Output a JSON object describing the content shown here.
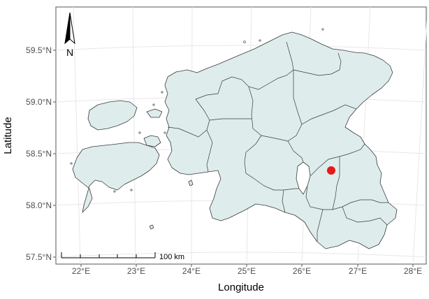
{
  "map": {
    "xlabel": "Longitude",
    "ylabel": "Latitude",
    "x_ticks": [
      "22°E",
      "23°E",
      "24°E",
      "25°E",
      "26°E",
      "27°E",
      "28°E"
    ],
    "y_ticks": [
      "59.5°N",
      "59.0°N",
      "58.5°N",
      "58.0°N",
      "57.5°N"
    ],
    "scale_bar_label": "100 km",
    "north_arrow_label": "N",
    "marker": {
      "lon": 26.5,
      "lat": 58.33,
      "color": "#e61919"
    },
    "colors": {
      "land": "#deecec",
      "border": "#3a3a3a",
      "grid": "#e7e7e7",
      "panel_border": "#555555",
      "axis_text": "#4d4d4d"
    }
  }
}
